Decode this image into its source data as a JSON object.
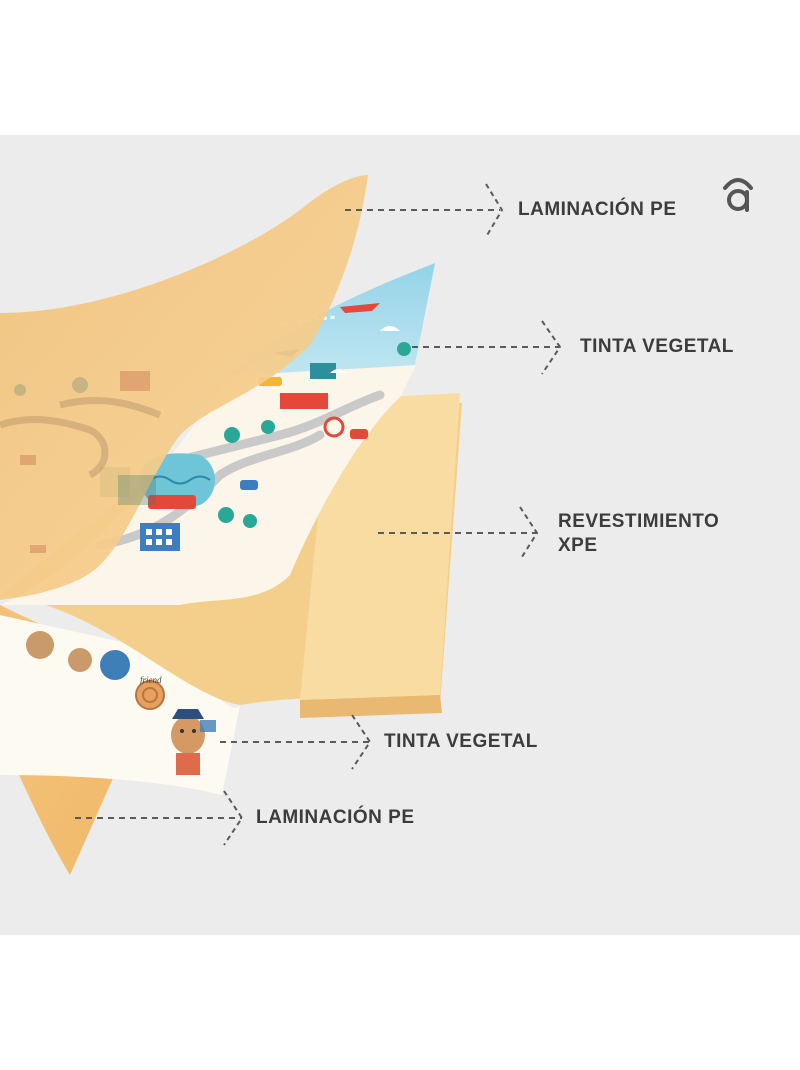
{
  "layers": [
    {
      "label": "LAMINACIÓN PE"
    },
    {
      "label": "TINTA VEGETAL"
    },
    {
      "label": "REVESTIMIENTO",
      "label_line2": "XPE"
    },
    {
      "label": "TINTA VEGETAL"
    },
    {
      "label": "LAMINACIÓN PE"
    }
  ],
  "mat_print": {
    "friend_text": "friend"
  },
  "colors": {
    "background": "#ececec",
    "label_text": "#3c3c3c",
    "arrow": "#5a5a5a",
    "lamination": "#f5c77e",
    "xpe_foam": "#f7d99a",
    "sky": "#a9dcec",
    "road": "#c9c9c9",
    "logo": "#555555"
  }
}
